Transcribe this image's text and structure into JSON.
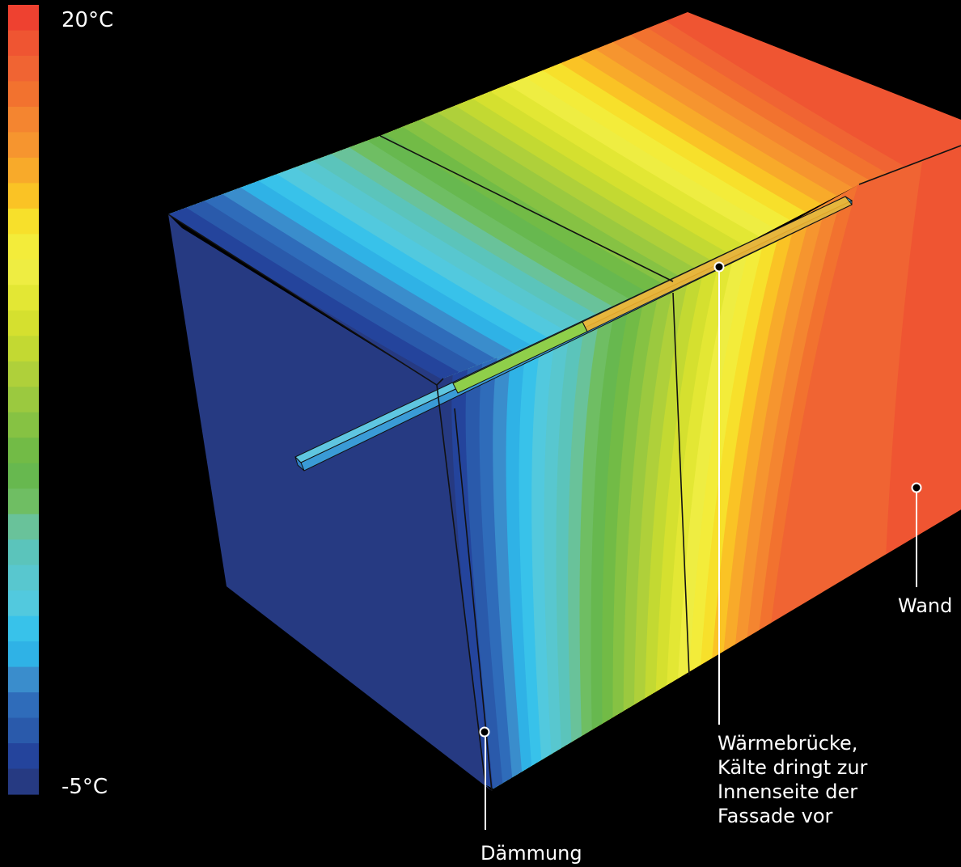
{
  "scale": {
    "max_label": "20°C",
    "min_label": "-5°C",
    "colors": [
      "#ee4130",
      "#ef5532",
      "#f06433",
      "#f2722f",
      "#f48530",
      "#f6952f",
      "#f8aa2a",
      "#fac325",
      "#f7e02b",
      "#f3ec3a",
      "#eeed42",
      "#e3e734",
      "#d5e02f",
      "#c3d932",
      "#afd03a",
      "#9bc93f",
      "#86c243",
      "#72bb46",
      "#67b84f",
      "#6fbe63",
      "#69c29a",
      "#5bc4bb",
      "#58c7cf",
      "#52c9de",
      "#38c2ea",
      "#2fb2e6",
      "#3a8dcc",
      "#2f6cba",
      "#2a5aab",
      "#24449c",
      "#263a82"
    ]
  },
  "annotations": {
    "wand": "Wand",
    "daemmung": "Dämmung",
    "waermebruecke_lines": [
      "Wärmebrücke,",
      "Kälte dringt zur",
      "Innenseite der",
      "Fassade vor"
    ]
  }
}
